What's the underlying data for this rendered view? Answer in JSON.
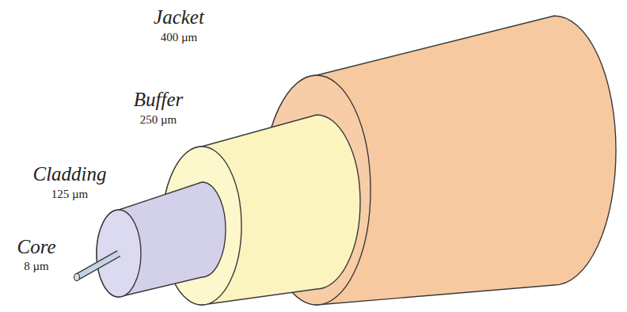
{
  "diagram": {
    "labels": [
      "Jacket",
      "400 µm",
      "Buffer",
      "250 µm",
      "Cladding",
      "125 µm",
      "Core",
      "8 µm"
    ]
  }
}
